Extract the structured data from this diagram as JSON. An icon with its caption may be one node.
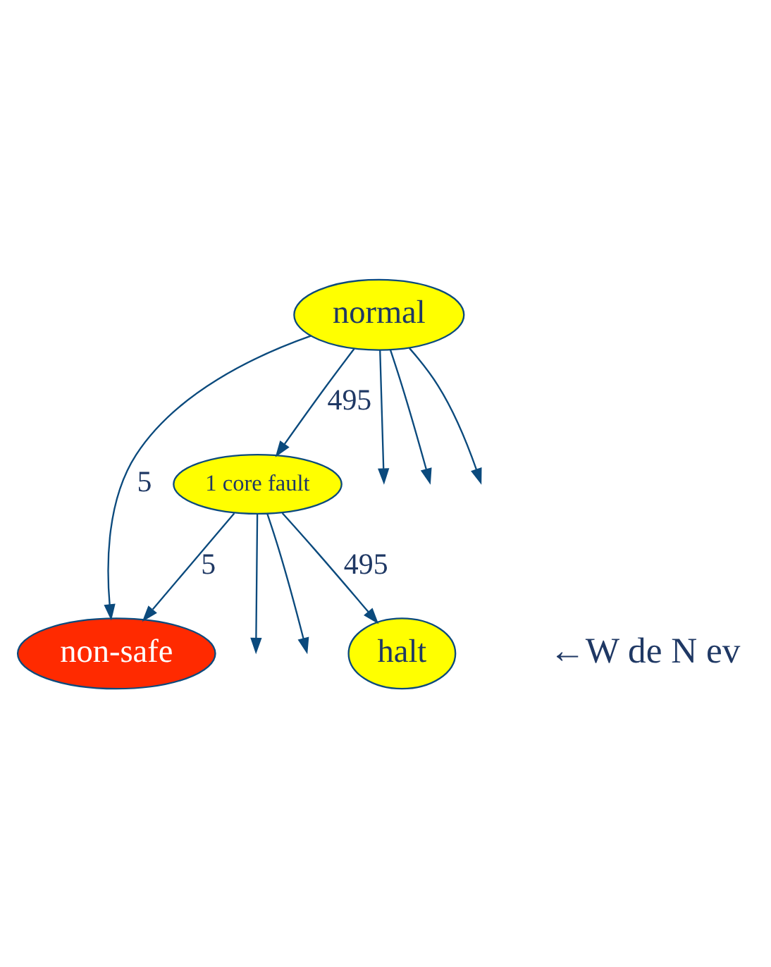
{
  "diagram": {
    "nodes": [
      {
        "text": [
          "normal"
        ]
      },
      {
        "text": [
          "1 core fault"
        ]
      },
      {
        "text": [
          "halt"
        ]
      },
      {
        "text": [
          "non-safe"
        ]
      }
    ],
    "edges": [
      {
        "from": 0,
        "to": 3,
        "arrow": "to",
        "label": "5"
      },
      {
        "from": 0,
        "to": 1,
        "arrow": "to",
        "label": "495"
      },
      {
        "from": 0,
        "to": null,
        "arrow": "to"
      },
      {
        "from": 0,
        "to": null,
        "arrow": "to"
      },
      {
        "from": 0,
        "to": null,
        "arrow": "to"
      },
      {
        "from": 1,
        "to": 3,
        "arrow": "to",
        "label": "5"
      },
      {
        "from": 1,
        "to": 2,
        "arrow": "to",
        "label": "495"
      },
      {
        "from": 1,
        "to": null,
        "arrow": "to"
      },
      {
        "from": 1,
        "to": null,
        "arrow": "to"
      }
    ],
    "labels": [
      "←W de N ev"
    ]
  }
}
